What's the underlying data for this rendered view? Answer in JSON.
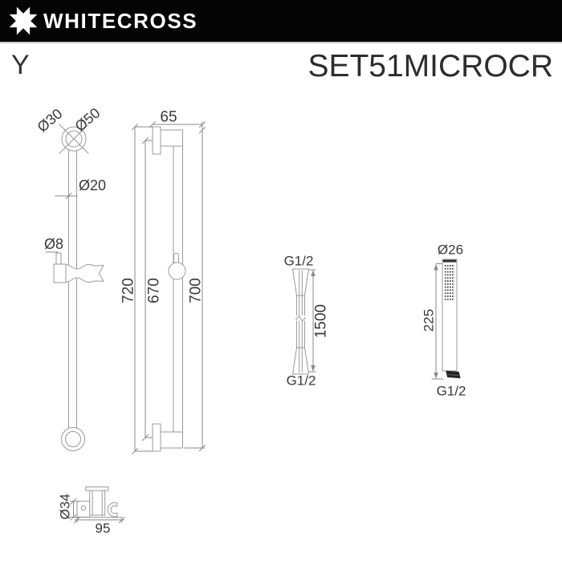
{
  "header": {
    "brand": "WHITECROSS",
    "bg_color": "#040404",
    "fg_color": "#ffffff"
  },
  "title": {
    "series": "Y",
    "model": "SET51MICROCR"
  },
  "colors": {
    "line": "#9a9a9a",
    "dim_line": "#8a8a8a",
    "text": "#3a3a3a",
    "dark_fill": "#2a2a2a"
  },
  "drawings": {
    "slide_bar_side": {
      "label": "slide-bar-side-view",
      "dims": {
        "inner_ring": "Ø30",
        "outer_ring": "Ø50",
        "tube": "Ø20",
        "pin": "Ø8"
      }
    },
    "slide_bar_front": {
      "label": "slide-bar-front-view",
      "dims": {
        "wall_offset": "65",
        "overall_height": "720",
        "inner_height": "670",
        "bar_height": "700"
      }
    },
    "hose": {
      "label": "shower-hose",
      "dims": {
        "top_thread": "G1/2",
        "length": "1500",
        "bottom_thread": "G1/2"
      }
    },
    "hand_shower": {
      "label": "hand-shower",
      "dims": {
        "head_diameter": "Ø26",
        "body_length": "225",
        "thread": "G1/2"
      }
    },
    "bracket_detail": {
      "label": "holder-bracket-top-view",
      "dims": {
        "diameter": "Ø34",
        "width": "95"
      }
    }
  }
}
